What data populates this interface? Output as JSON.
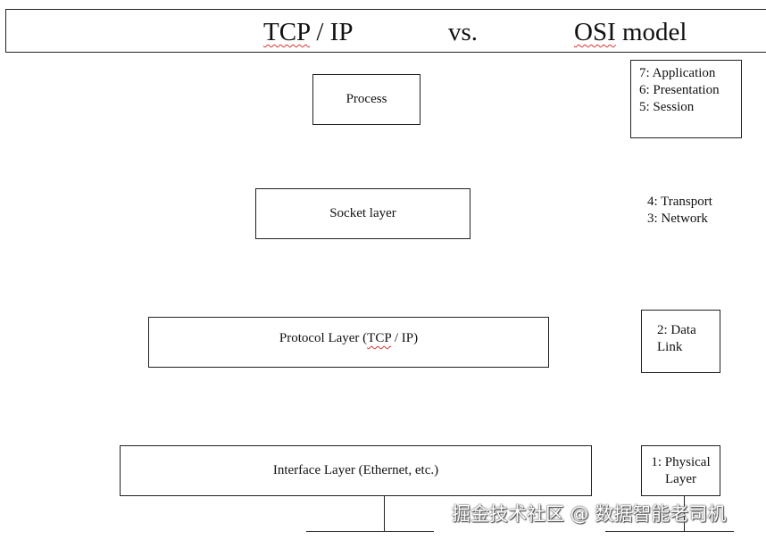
{
  "header": {
    "tcp_prefix": "TCP",
    "tcp_suffix": " / IP",
    "vs": "vs.",
    "osi_prefix": "OSI",
    "osi_suffix": " model"
  },
  "tcpip_layers": {
    "process": "Process",
    "socket": "Socket layer",
    "protocol_prefix": "Protocol Layer (",
    "protocol_tcp": "TCP",
    "protocol_suffix": " / IP)",
    "interface": "Interface Layer (Ethernet, etc.)"
  },
  "osi_layers": {
    "upper": "7: Application\n6: Presentation\n5: Session",
    "middle": "4: Transport\n3: Network",
    "datalink": "2: Data\nLink",
    "physical": "1: Physical\nLayer"
  },
  "watermark": "掘金技术社区 @ 数据智能老司机",
  "colors": {
    "border": "#222222",
    "spellcheck": "#dd3333"
  }
}
